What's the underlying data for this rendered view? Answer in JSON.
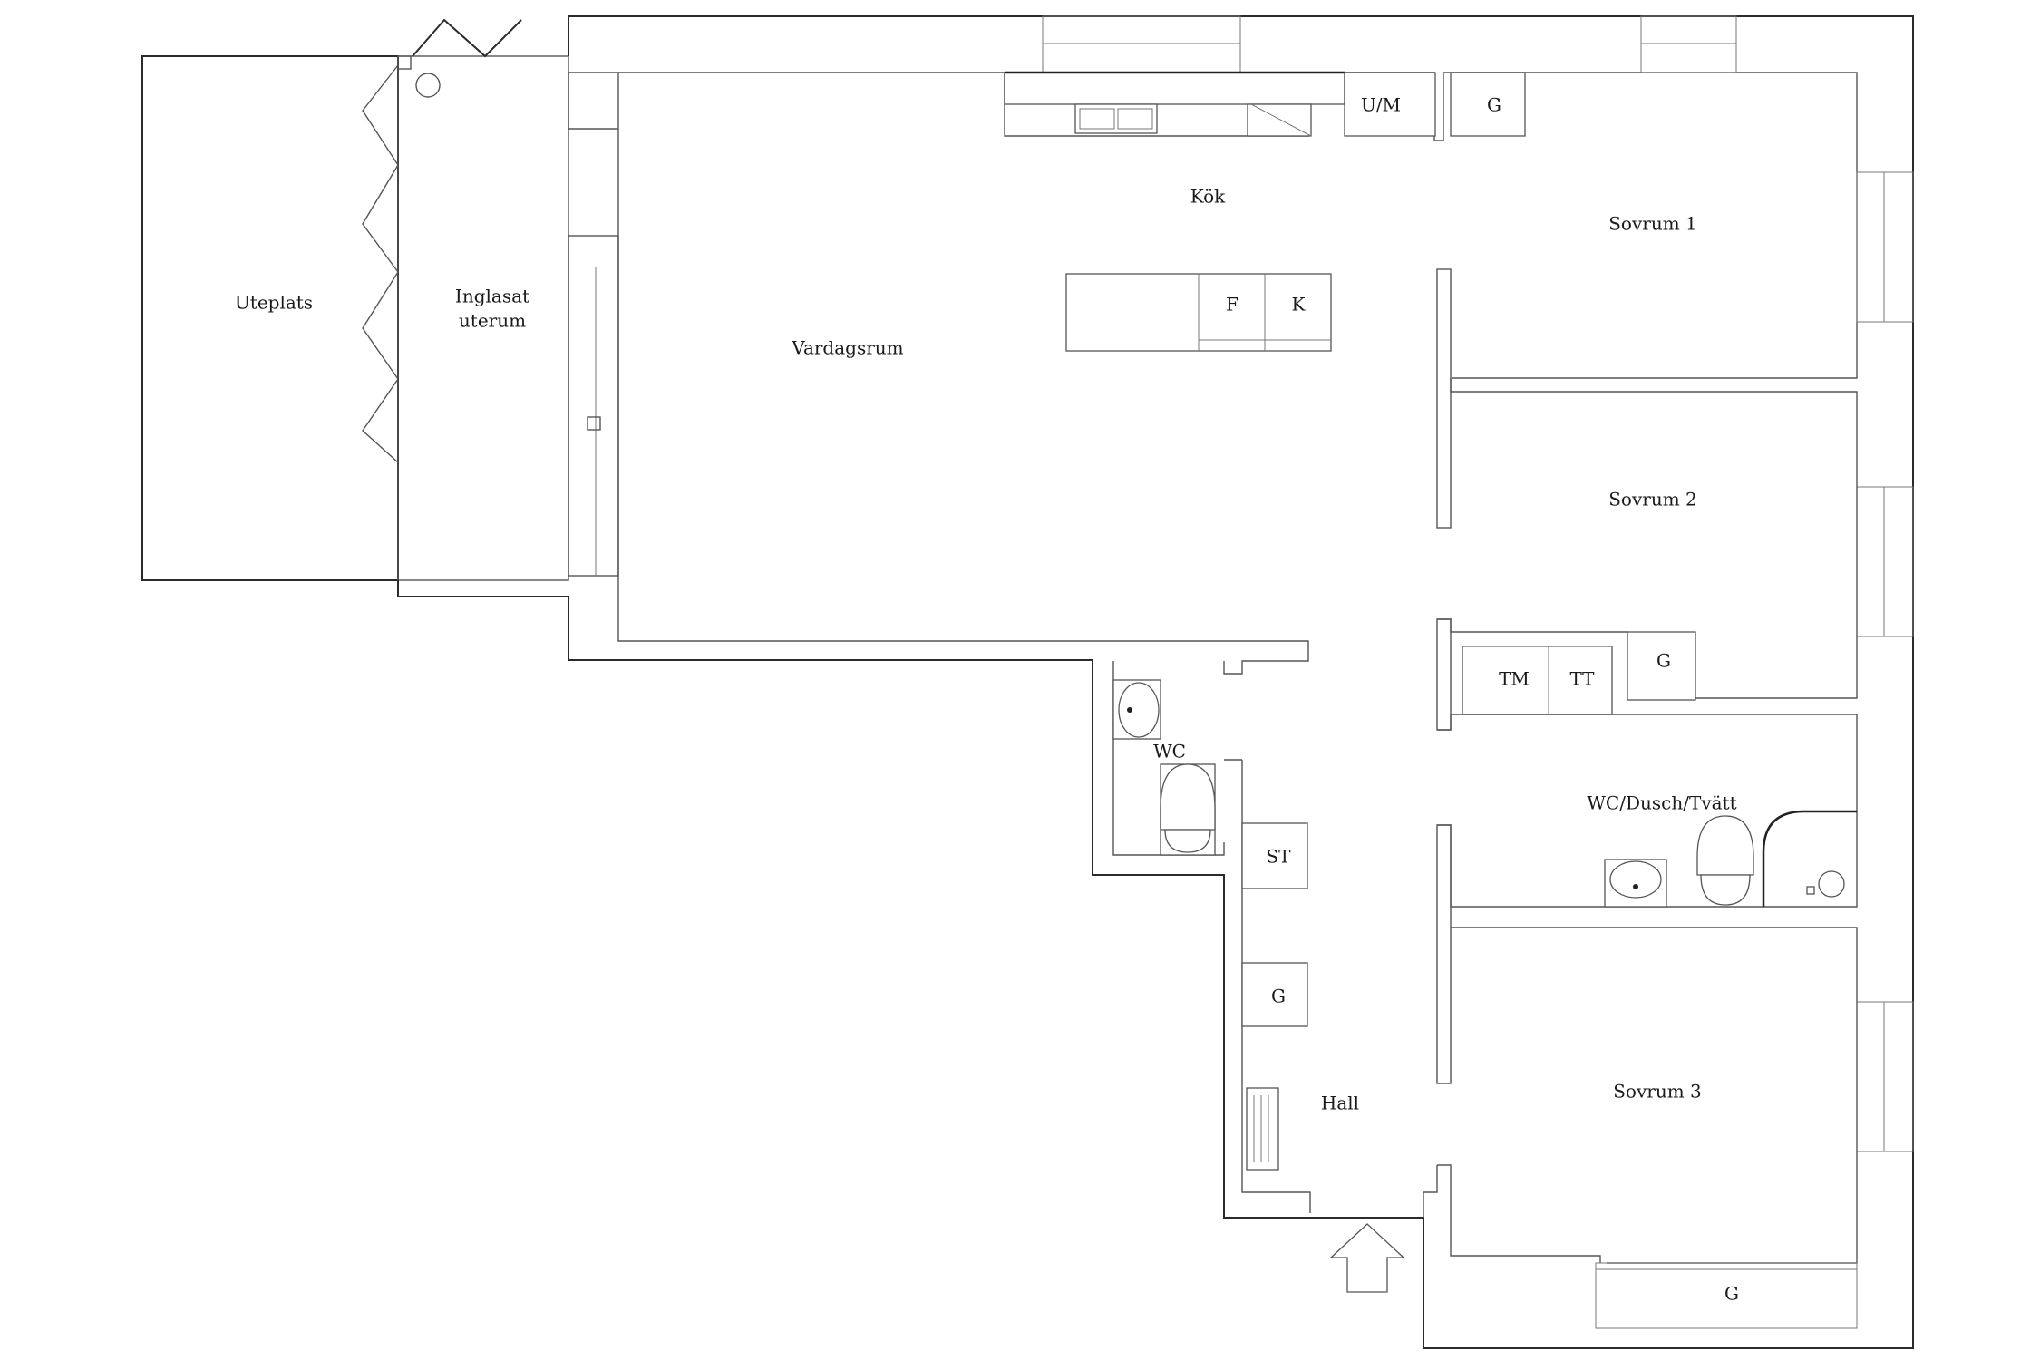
{
  "rooms": {
    "uteplats": "Uteplats",
    "inglasat_line1": "Inglasat",
    "inglasat_line2": "uterum",
    "vardagsrum": "Vardagsrum",
    "kok": "Kök",
    "sovrum1": "Sovrum 1",
    "sovrum2": "Sovrum 2",
    "sovrum3": "Sovrum 3",
    "wc": "WC",
    "wc_dusch_tvatt": "WC/Dusch/Tvätt",
    "hall": "Hall"
  },
  "fixtures": {
    "um": "U/M",
    "g_kitchen": "G",
    "f": "F",
    "k": "K",
    "tm": "TM",
    "tt": "TT",
    "g_sovrum2": "G",
    "st": "ST",
    "g_hall": "G",
    "g_sovrum3": "G"
  }
}
